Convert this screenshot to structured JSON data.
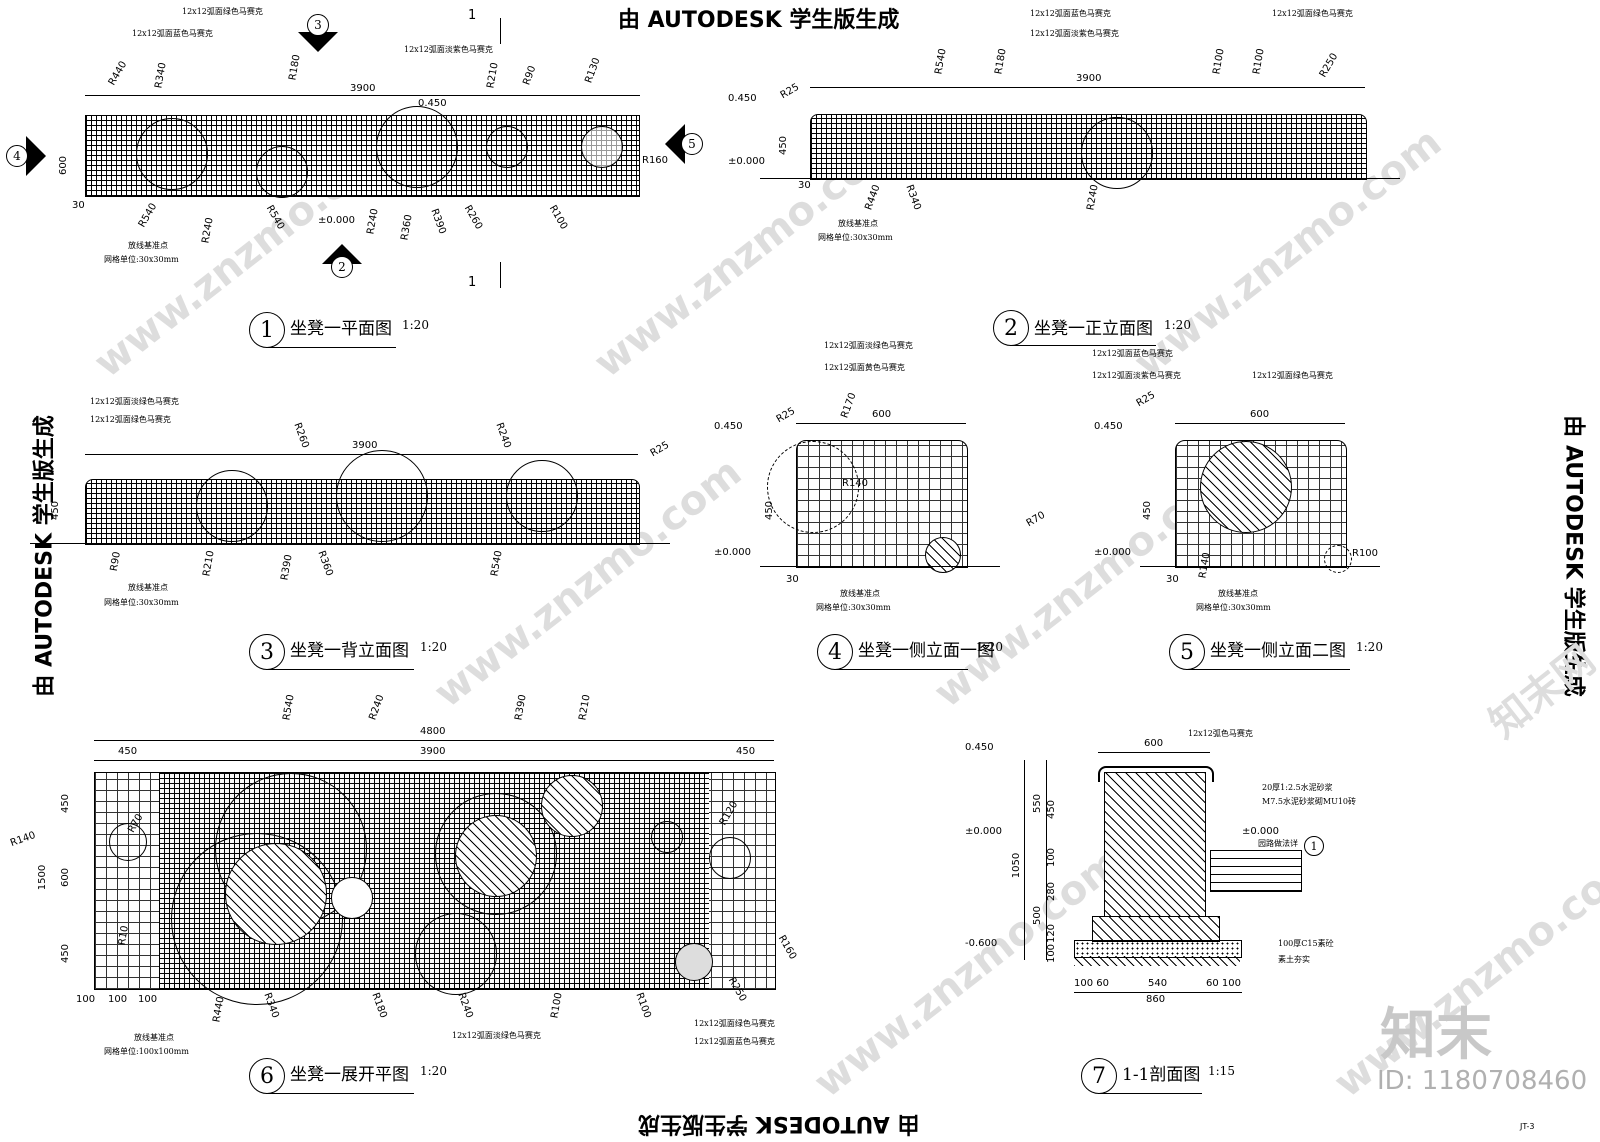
{
  "banners": {
    "top": "由 AUTODESK 学生版生成",
    "bottom": "由 AUTODESK 学生版生成",
    "left": "由 AUTODESK 学生版生成",
    "right": "由 AUTODESK 学生版生成"
  },
  "watermark": {
    "site": "www.znzmo.com",
    "brand": "知末网",
    "logo": "知末",
    "id": "ID: 1180708460"
  },
  "sheet_number": "JT-3",
  "drawings": {
    "plan": {
      "num": "1",
      "title": "坐凳一平面图",
      "scale": "1:20"
    },
    "front": {
      "num": "2",
      "title": "坐凳一正立面图",
      "scale": "1:20"
    },
    "back": {
      "num": "3",
      "title": "坐凳一背立面图",
      "scale": "1:20"
    },
    "side1": {
      "num": "4",
      "title": "坐凳一侧立面一图",
      "scale": "1:20"
    },
    "side2": {
      "num": "5",
      "title": "坐凳一侧立面二图",
      "scale": "1:20"
    },
    "unfold": {
      "num": "6",
      "title": "坐凳一展开平图",
      "scale": "1:20"
    },
    "section": {
      "num": "7",
      "title": "1-1剖面图",
      "scale": "1:15"
    }
  },
  "dims": {
    "d3900": "3900",
    "d4800": "4800",
    "d450": "450",
    "d600": "600",
    "d1500": "1500",
    "d1050": "1050",
    "d550": "550",
    "d280": "280",
    "d500": "500",
    "d100": "100",
    "d120": "120",
    "d540": "540",
    "d860": "860",
    "d30": "30",
    "d100_60": "100 60",
    "d60_100": "60 100"
  },
  "levels": {
    "top": "0.450",
    "zero": "±0.000",
    "low": "-0.600"
  },
  "radii": {
    "plan": [
      "R440",
      "R340",
      "R180",
      "R210",
      "R90",
      "R130",
      "R160",
      "R540",
      "R240",
      "R540",
      "R240",
      "R360",
      "R390",
      "R260",
      "R100"
    ],
    "front": [
      "R25",
      "R540",
      "R180",
      "R100",
      "R100",
      "R250",
      "R440",
      "R340",
      "R240"
    ],
    "back": [
      "R25",
      "R260",
      "R240",
      "R210",
      "R390",
      "R360",
      "R540",
      "R90"
    ],
    "side1": [
      "R25",
      "R170",
      "R140",
      "R70"
    ],
    "side2": [
      "R25",
      "R100",
      "R140"
    ],
    "unfold": [
      "R540",
      "R240",
      "R390",
      "R210",
      "R140",
      "R70",
      "R10",
      "R440",
      "R340",
      "R180",
      "R240",
      "R100",
      "R100",
      "R160",
      "R250",
      "R120"
    ]
  },
  "notes": {
    "mosaic_green": "12x12弧面绿色马赛克",
    "mosaic_lightgreen": "12x12弧面淡绿色马赛克",
    "mosaic_blue": "12x12弧面蓝色马赛克",
    "mosaic_lightpurple": "12x12弧面淡紫色马赛克",
    "mosaic_yellow": "12x12弧面黄色马赛克",
    "mosaic_plain": "12x12弧色马赛克",
    "datum": "放线基准点",
    "grid30": "网格单位:30x30mm",
    "grid100": "网格单位:100x100mm",
    "mortar": "20厚1:2.5水泥砂浆",
    "brick": "M7.5水泥砂浆砌MU10砖",
    "paving": "园路做法详",
    "concrete": "100厚C15素砼",
    "soil": "素土夯实",
    "section_mark": "1"
  }
}
